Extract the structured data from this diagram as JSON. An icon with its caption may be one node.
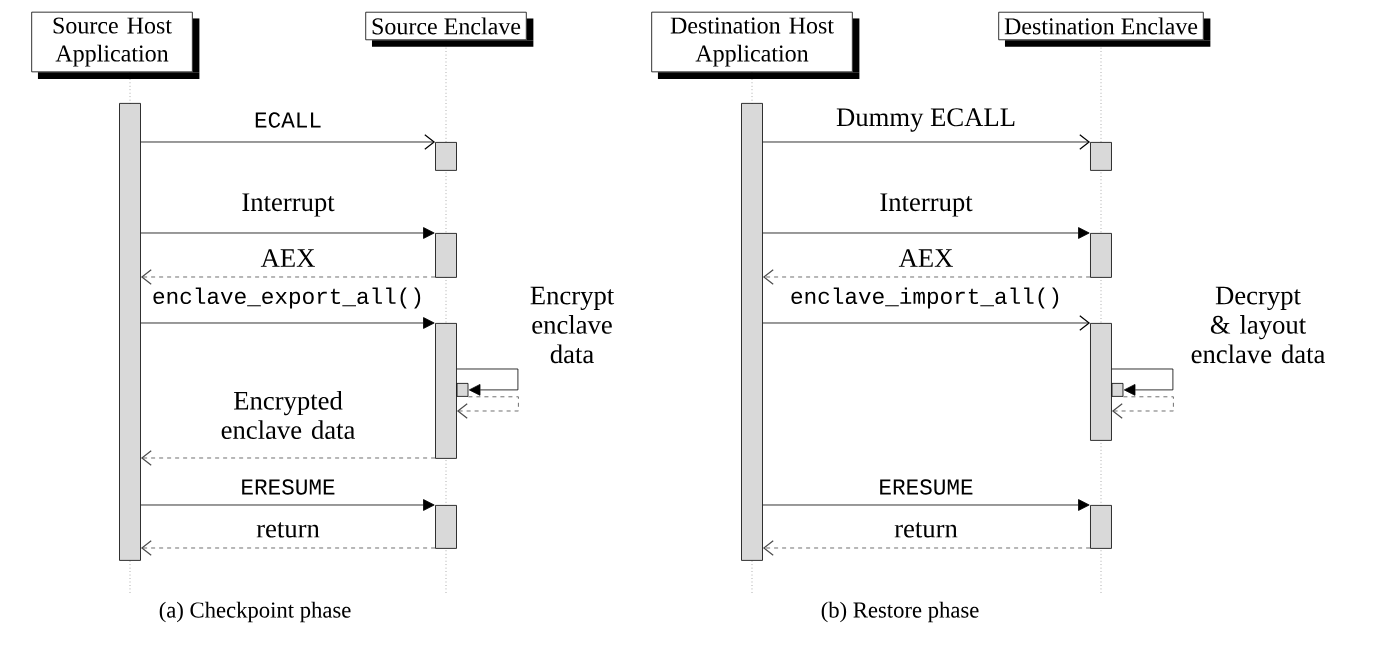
{
  "diagram": {
    "nodes": [
      {
        "text": [
          "Source Host Application"
        ]
      },
      {
        "text": [
          "Source Enclave"
        ]
      },
      {
        "text": [],
        "shape": "bar"
      },
      {
        "text": [],
        "shape": "bar"
      },
      {
        "text": [],
        "shape": "bar"
      },
      {
        "text": [],
        "shape": "bar"
      },
      {
        "text": [],
        "shape": "bar"
      },
      {
        "text": [],
        "shape": "bar"
      },
      {
        "text": [
          "Destination Host Application"
        ]
      },
      {
        "text": [
          "Destination Enclave"
        ]
      },
      {
        "text": [],
        "shape": "bar"
      },
      {
        "text": [],
        "shape": "bar"
      },
      {
        "text": [],
        "shape": "bar"
      },
      {
        "text": [],
        "shape": "bar"
      },
      {
        "text": [],
        "shape": "bar"
      },
      {
        "text": [],
        "shape": "bar"
      }
    ],
    "edges": [
      {
        "from": 2,
        "to": 3,
        "arrow": "to",
        "label": "ECALL"
      },
      {
        "from": 2,
        "to": 4,
        "arrow": "to",
        "label": "Interrupt"
      },
      {
        "from": 4,
        "to": 2,
        "arrow": "to",
        "label": "AEX",
        "style": "dashed"
      },
      {
        "from": 2,
        "to": 5,
        "arrow": "to",
        "label": "enclave_export_all()"
      },
      {
        "from": 5,
        "to": 6,
        "arrow": "to",
        "label": "Encrypt enclave data"
      },
      {
        "from": 6,
        "to": 5,
        "arrow": "to",
        "style": "dashed"
      },
      {
        "from": 5,
        "to": 2,
        "arrow": "to",
        "label": "Encrypted enclave data",
        "style": "dashed"
      },
      {
        "from": 2,
        "to": 7,
        "arrow": "to",
        "label": "ERESUME"
      },
      {
        "from": 7,
        "to": 2,
        "arrow": "to",
        "label": "return",
        "style": "dashed"
      },
      {
        "from": 10,
        "to": 11,
        "arrow": "to",
        "label": "Dummy ECALL"
      },
      {
        "from": 10,
        "to": 12,
        "arrow": "to",
        "label": "Interrupt"
      },
      {
        "from": 12,
        "to": 10,
        "arrow": "to",
        "label": "AEX",
        "style": "dashed"
      },
      {
        "from": 10,
        "to": 13,
        "arrow": "to",
        "label": "enclave_import_all()"
      },
      {
        "from": 13,
        "to": 14,
        "arrow": "to",
        "label": "Decrypt & layout enclave data"
      },
      {
        "from": 14,
        "to": 13,
        "arrow": "to",
        "style": "dashed"
      },
      {
        "from": 10,
        "to": 15,
        "arrow": "to",
        "label": "ERESUME"
      },
      {
        "from": 15,
        "to": 10,
        "arrow": "to",
        "label": "return",
        "style": "dashed"
      }
    ],
    "labels": [
      "(a) Checkpoint phase",
      "(b) Restore phase"
    ]
  }
}
